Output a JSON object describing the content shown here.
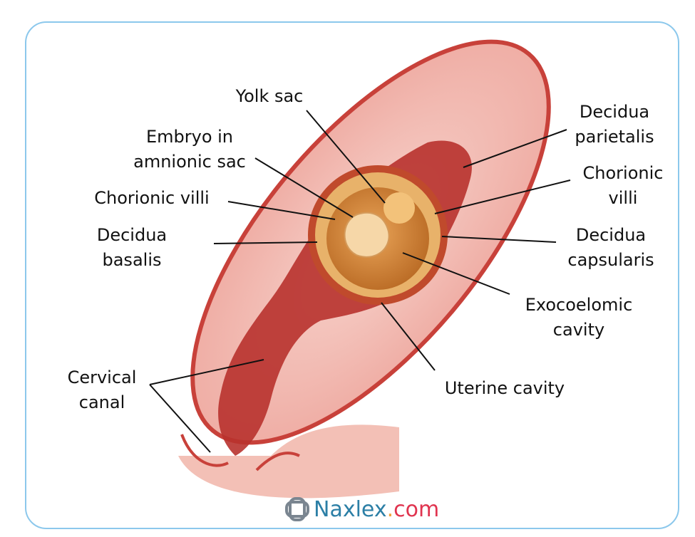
{
  "labels": {
    "yolk_sac": "Yolk sac",
    "embryo": [
      "Embryo in",
      "amnionic sac"
    ],
    "chorionic_villi_left": "Chorionic villi",
    "decidua_basalis": [
      "Decidua",
      "basalis"
    ],
    "decidua_parietalis": [
      "Decidua",
      "parietalis"
    ],
    "chorionic_villi_right": [
      "Chorionic",
      "villi"
    ],
    "decidua_capsularis": [
      "Decidua",
      "capsularis"
    ],
    "exocoelomic_cavity": [
      "Exocoelomic",
      "cavity"
    ],
    "uterine_cavity": "Uterine cavity",
    "cervical_canal": [
      "Cervical",
      "canal"
    ]
  },
  "logo": {
    "name": "Naxlex",
    "dot": ".",
    "tld": "com"
  },
  "colors": {
    "frame": "#8cc8ec",
    "uterus": "#f2b8b0",
    "wall": "#c8413a",
    "sac": "#e39a3c"
  }
}
